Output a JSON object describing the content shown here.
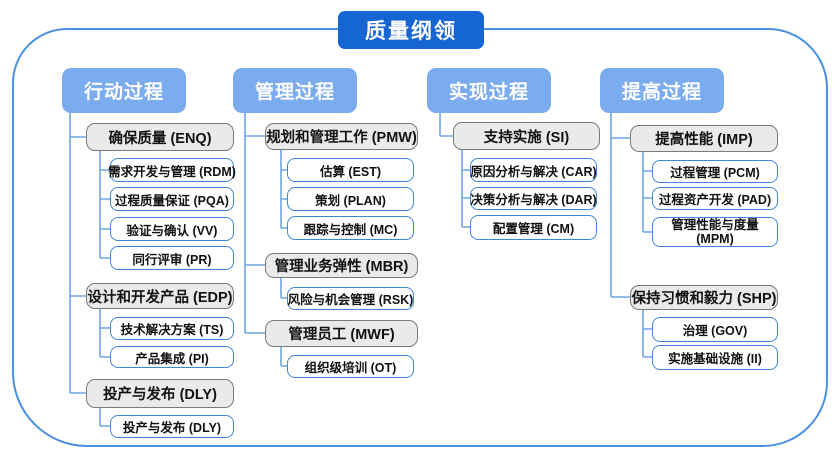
{
  "title": "质量纲领",
  "colors": {
    "title_bg": "#1565d2",
    "header_bg": "#7cacf0",
    "group_bg": "#eaeaea",
    "group_border": "#7a7a7a",
    "leaf_border": "#3f87d8",
    "connector": "#6fa5e6",
    "container_border": "#4a90e2"
  },
  "columns": [
    {
      "header": "行动过程",
      "groups": [
        {
          "label": "确保质量 (ENQ)",
          "children": [
            "需求开发与管理 (RDM)",
            "过程质量保证 (PQA)",
            "验证与确认 (VV)",
            "同行评审 (PR)"
          ]
        },
        {
          "label": "设计和开发产品 (EDP)",
          "children": [
            "技术解决方案 (TS)",
            "产品集成 (PI)"
          ]
        },
        {
          "label": "投产与发布 (DLY)",
          "children": [
            "投产与发布 (DLY)"
          ]
        }
      ]
    },
    {
      "header": "管理过程",
      "groups": [
        {
          "label": "规划和管理工作 (PMW)",
          "children": [
            "估算 (EST)",
            "策划 (PLAN)",
            "跟踪与控制 (MC)"
          ]
        },
        {
          "label": "管理业务弹性 (MBR)",
          "children": [
            "风险与机会管理 (RSK)"
          ]
        },
        {
          "label": "管理员工 (MWF)",
          "children": [
            "组织级培训 (OT)"
          ]
        }
      ]
    },
    {
      "header": "实现过程",
      "groups": [
        {
          "label": "支持实施 (SI)",
          "children": [
            "原因分析与解决 (CAR)",
            "决策分析与解决 (DAR)",
            "配置管理 (CM)"
          ]
        }
      ]
    },
    {
      "header": "提高过程",
      "groups": [
        {
          "label": "提高性能 (IMP)",
          "children": [
            "过程管理 (PCM)",
            "过程资产开发 (PAD)",
            "管理性能与度量 (MPM)"
          ]
        },
        {
          "label": "保持习惯和毅力 (SHP)",
          "children": [
            "治理 (GOV)",
            "实施基础设施 (II)"
          ]
        }
      ]
    }
  ]
}
